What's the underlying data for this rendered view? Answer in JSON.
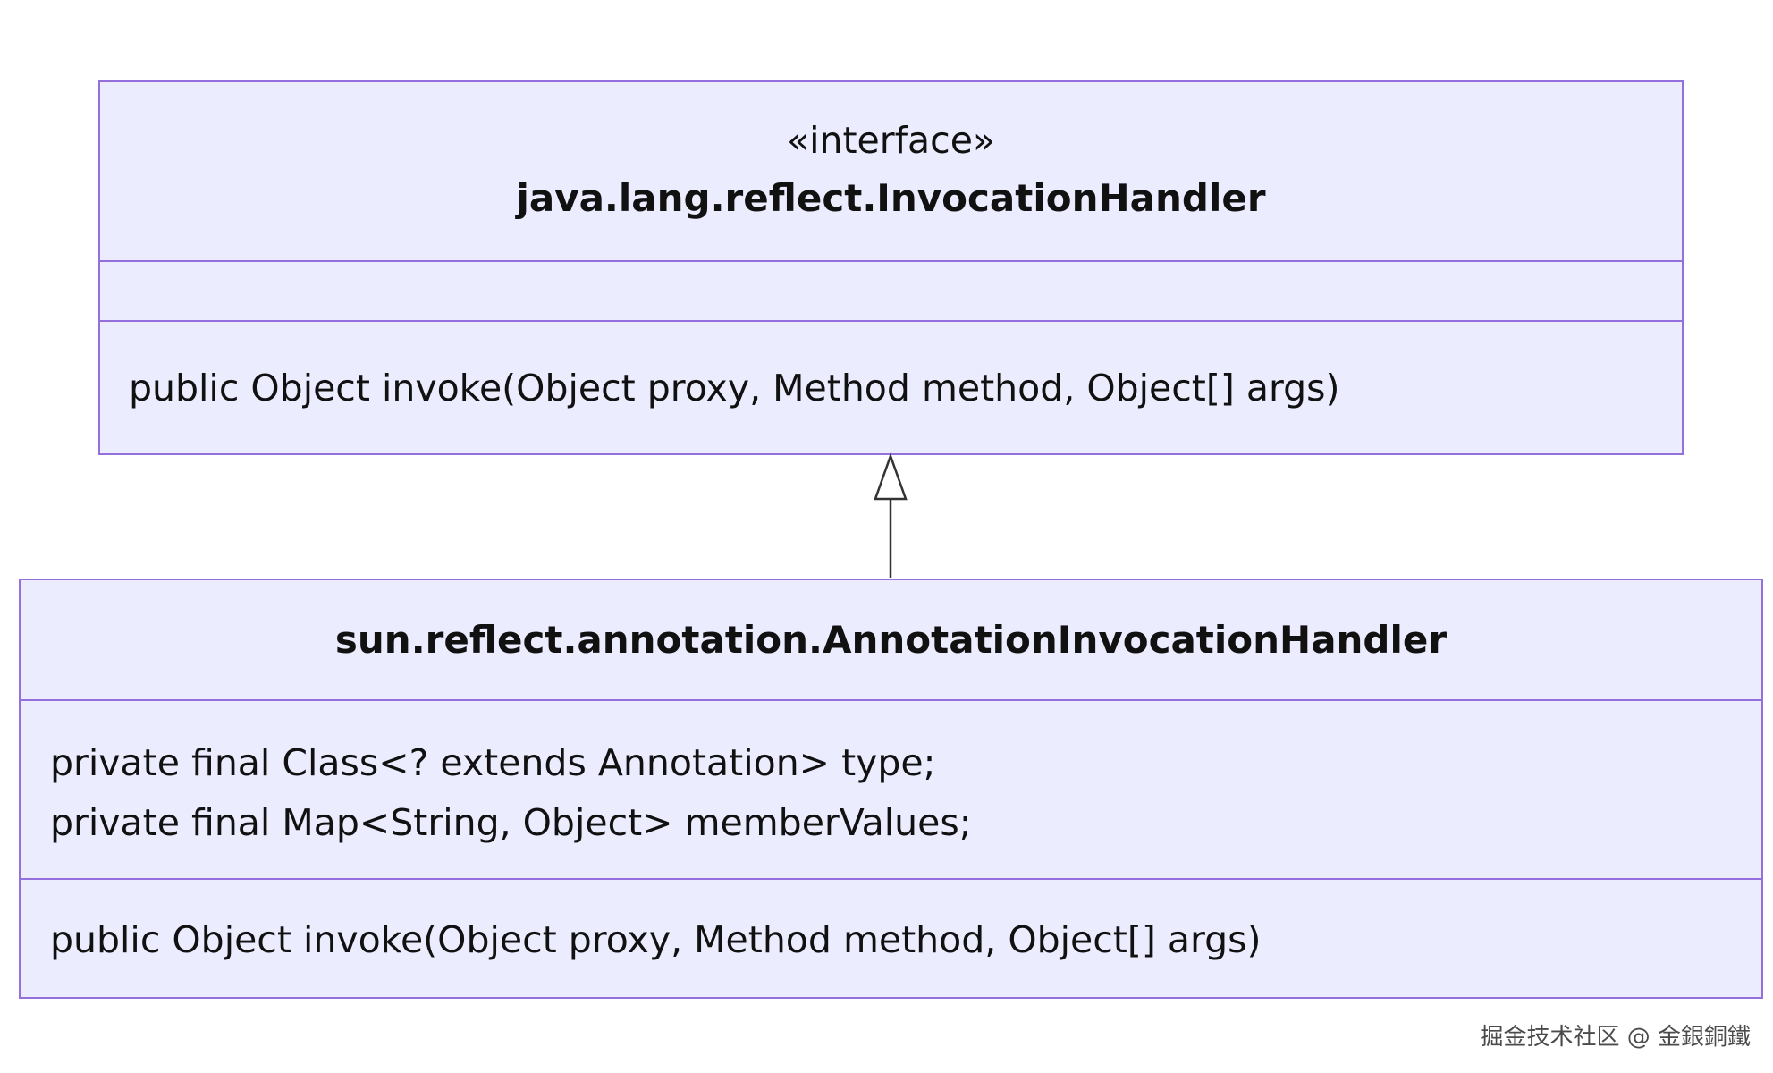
{
  "diagram": {
    "interface_class": {
      "stereotype": "«interface»",
      "name": "java.lang.reflect.InvocationHandler",
      "attributes": [],
      "methods": [
        "public Object invoke(Object proxy, Method method, Object[] args)"
      ]
    },
    "implementation_class": {
      "name": "sun.reflect.annotation.AnnotationInvocationHandler",
      "attributes": [
        "private final Class<? extends Annotation> type;",
        "private final Map<String, Object> memberValues;"
      ],
      "methods": [
        "public Object invoke(Object proxy, Method method, Object[] args)"
      ]
    },
    "relationship": {
      "type": "realization",
      "from": "sun.reflect.annotation.AnnotationInvocationHandler",
      "to": "java.lang.reflect.InvocationHandler"
    }
  },
  "watermark": "掘金技术社区 @ 金銀銅鐵",
  "colors": {
    "box_fill": "#ECECFF",
    "box_border": "#9370DB",
    "text": "#111111",
    "relation_line": "#333333"
  }
}
